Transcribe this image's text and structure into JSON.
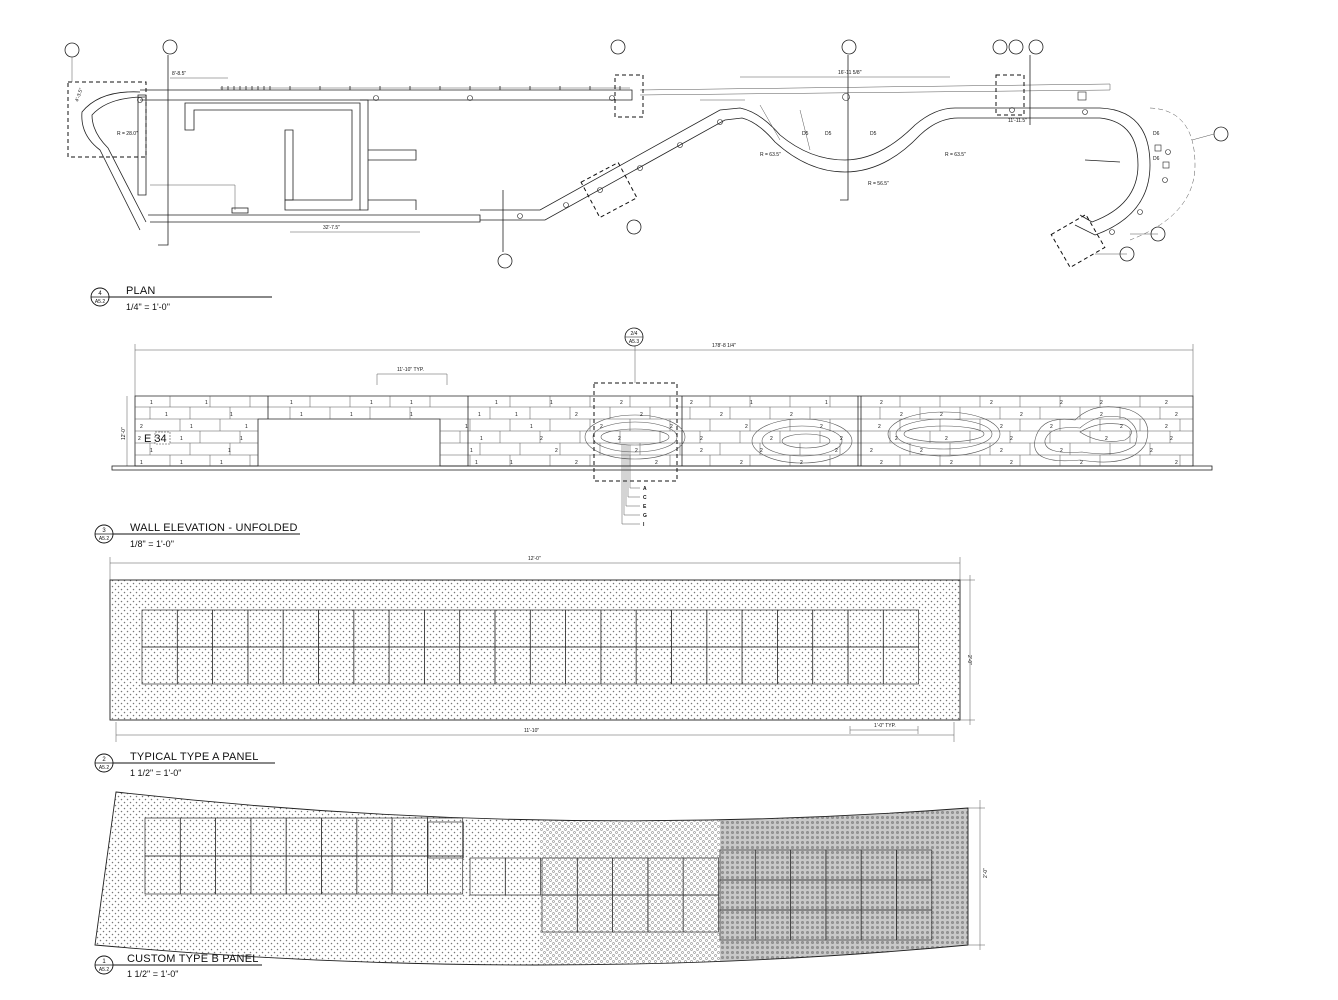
{
  "views": [
    {
      "num": "4",
      "sheet": "A5.2",
      "title": "PLAN",
      "scale": "1/4\" = 1'-0\""
    },
    {
      "num": "3",
      "sheet": "A5.2",
      "title": "WALL ELEVATION - UNFOLDED",
      "scale": "1/8\" = 1'-0\""
    },
    {
      "num": "2",
      "sheet": "A5.2",
      "title": "TYPICAL TYPE A PANEL",
      "scale": "1 1/2\" = 1'-0\""
    },
    {
      "num": "1",
      "sheet": "A5.2",
      "title": "CUSTOM TYPE B PANEL",
      "scale": "1 1/2\" = 1'-0\""
    }
  ],
  "plan": {
    "dims": {
      "top_left": "8'-8.5\"",
      "top_mid": "16'-11 5/8\"",
      "bottom": "32'-7.5\"",
      "diag_left": "4'-3.5\"",
      "right_small": "11'-11.5\"",
      "r_left": "R = 28.0\"",
      "r1": "R = 63.5\"",
      "r2": "R = 56.5\"",
      "r3": "R = 63.5\""
    },
    "labels": {
      "d5a": "D5",
      "d5b": "D5",
      "d5c": "D5",
      "d6a": "D6",
      "d6b": "D6"
    }
  },
  "elevation": {
    "overall_dim": "178'-8 1/4\"",
    "typ_dim": "11'-10\" TYP.",
    "height_dim": "12'-0\"",
    "tag": "E 34",
    "callout_num": "2/4",
    "callout_sheet": "A5.3",
    "layers": [
      "A",
      "C",
      "E",
      "G",
      "I"
    ]
  },
  "panel_a": {
    "top_dim": "12'-0\"",
    "bottom_dim": "11'-10\"",
    "side_dim": "2'-0\"",
    "typ_dim": "1'-0\" TYP."
  },
  "panel_b": {
    "side_dim": "2'-0\""
  }
}
